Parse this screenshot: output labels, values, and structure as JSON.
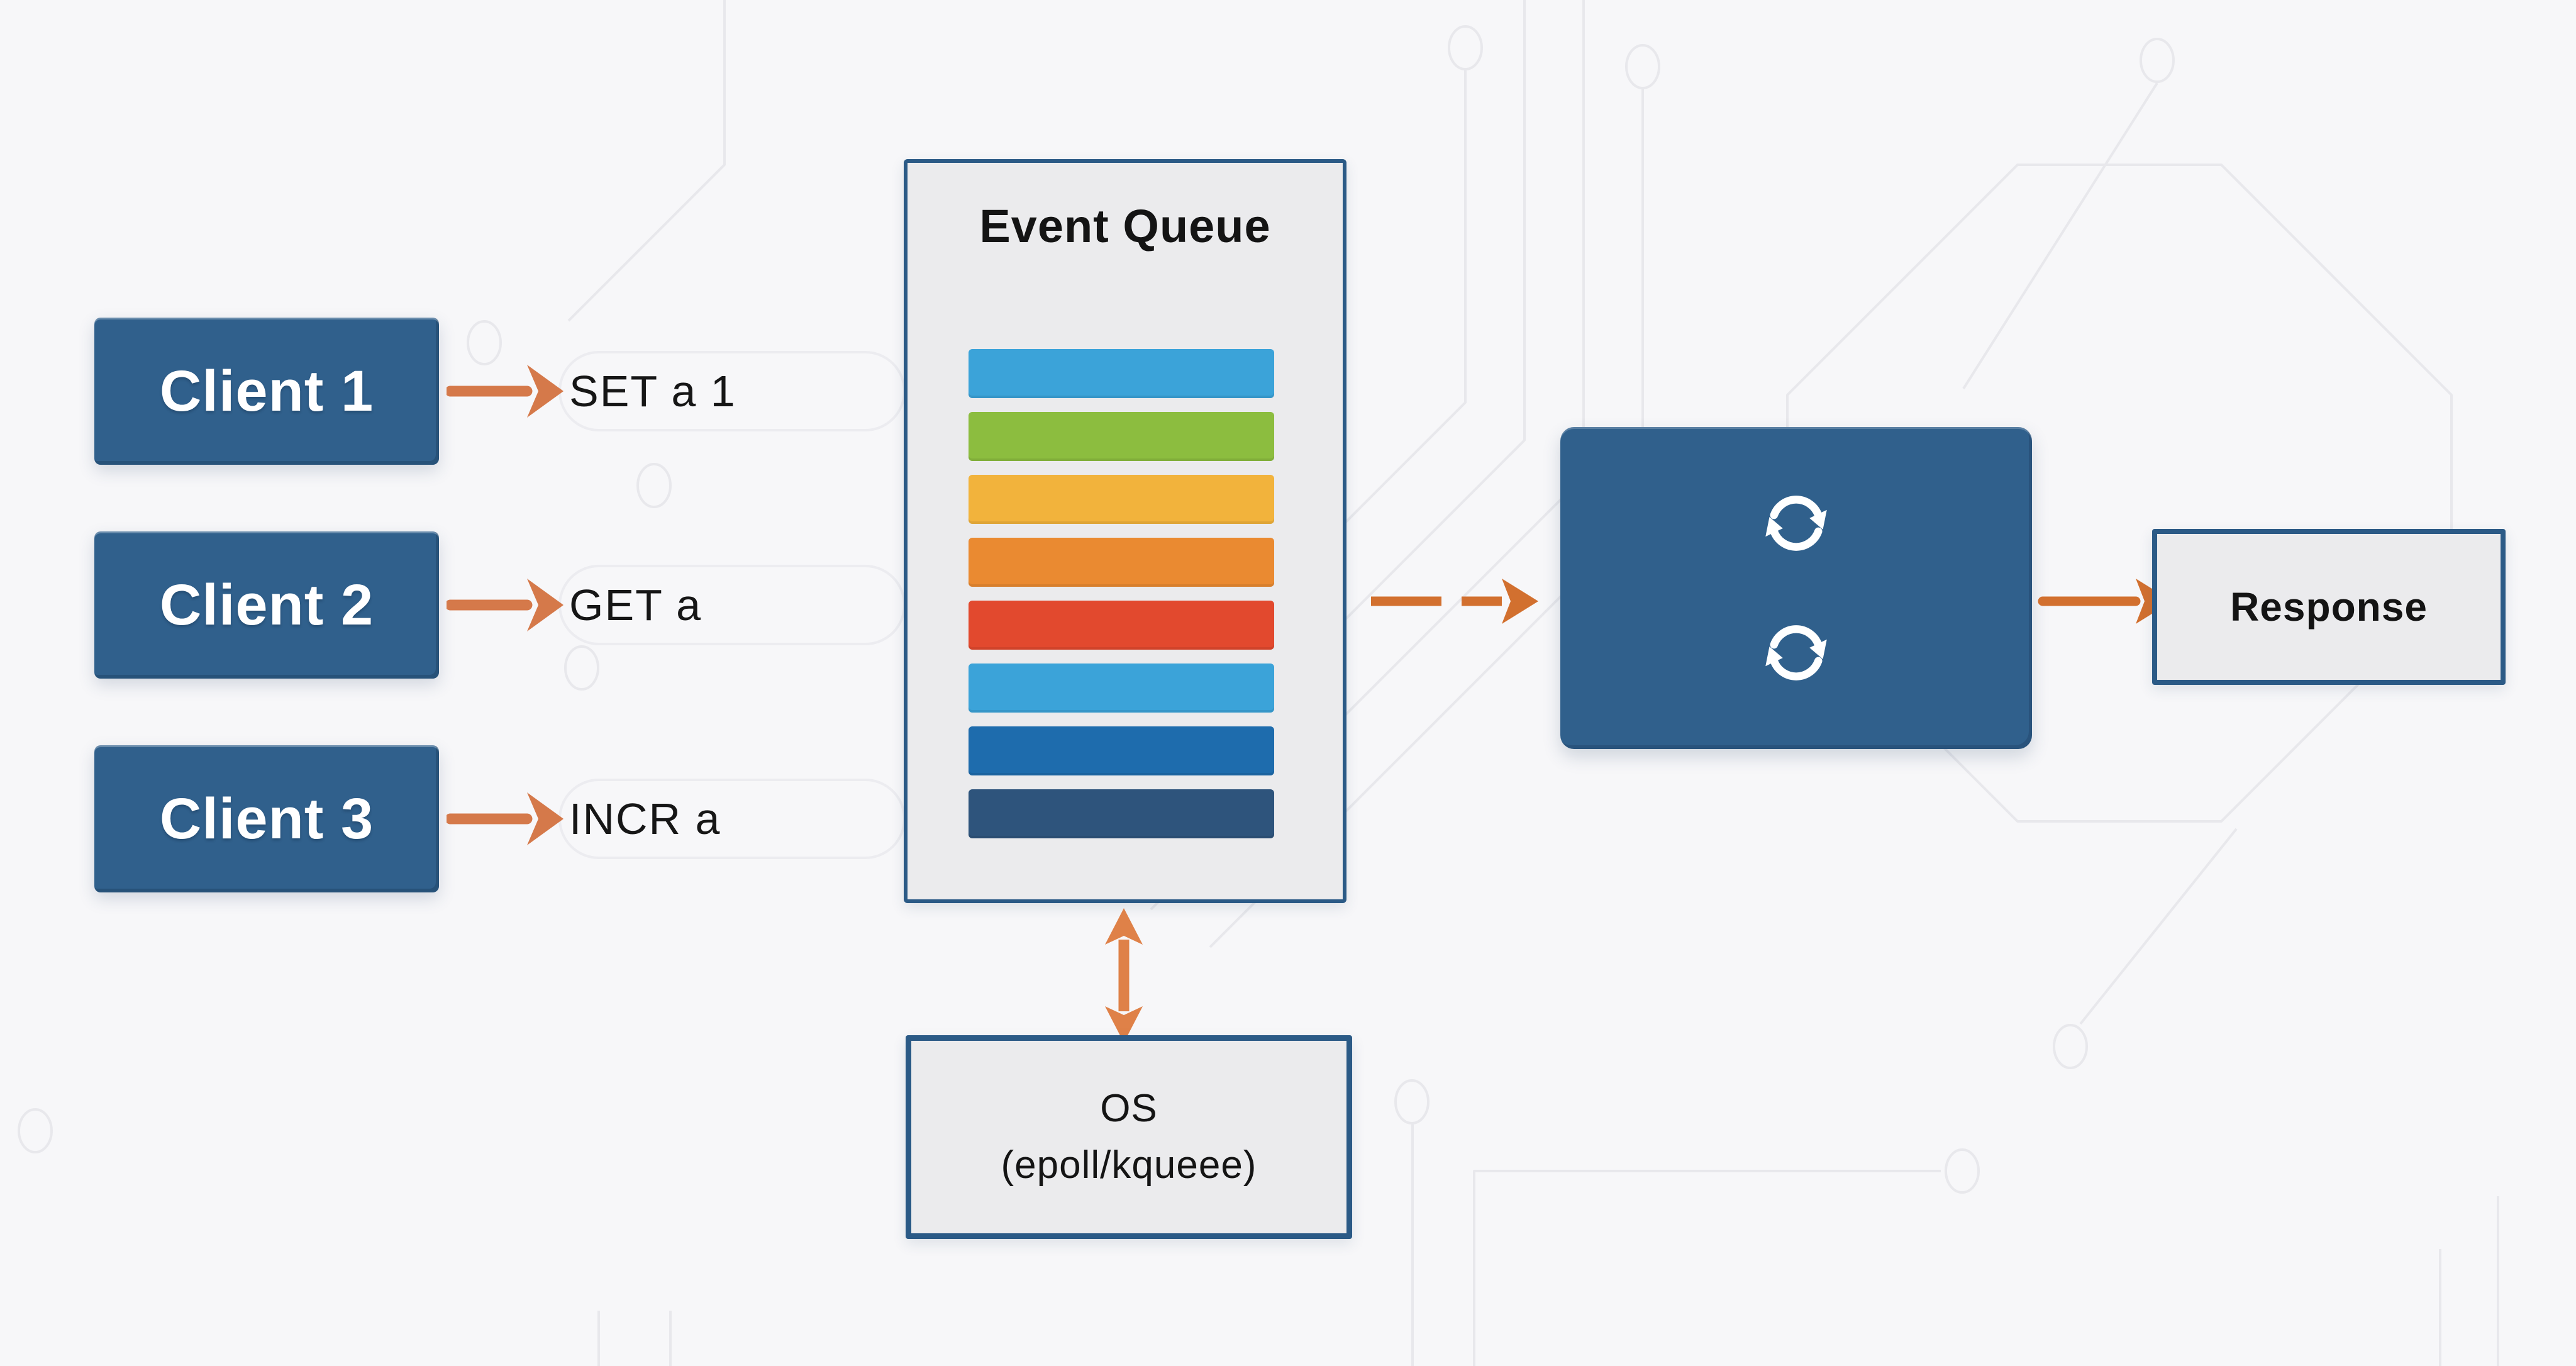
{
  "colors": {
    "background": "#F7F7F9",
    "client_box": "#30608C",
    "deep_blue_border": "#2B5A86",
    "panel_fill": "#EBEBED",
    "text_dark": "#161616",
    "client_label": "#FFFFFF",
    "arrow_orange": "#D5794A",
    "arrow_orange_deep": "#D2702F",
    "arrow_orange_bright": "#DF8148",
    "icon_white": "#FFFFFF",
    "trace_gray": "#E8E8EC"
  },
  "clients": [
    {
      "label": "Client 1",
      "command": "SET a 1"
    },
    {
      "label": "Client 2",
      "command": "GET a"
    },
    {
      "label": "Client 3",
      "command": "INCR a"
    }
  ],
  "event_queue": {
    "title": "Event Queue",
    "bar_colors": [
      "#3BA3D9",
      "#8CBD3F",
      "#F2B33C",
      "#EA8A31",
      "#E2492E",
      "#3BA3D9",
      "#1E6CAD",
      "#2E547C"
    ]
  },
  "event_loop": {
    "icon": "cycle-arrows"
  },
  "response": {
    "label": "Response"
  },
  "os_box": {
    "line1": "OS",
    "line2": "(epoll/kqueee)"
  }
}
